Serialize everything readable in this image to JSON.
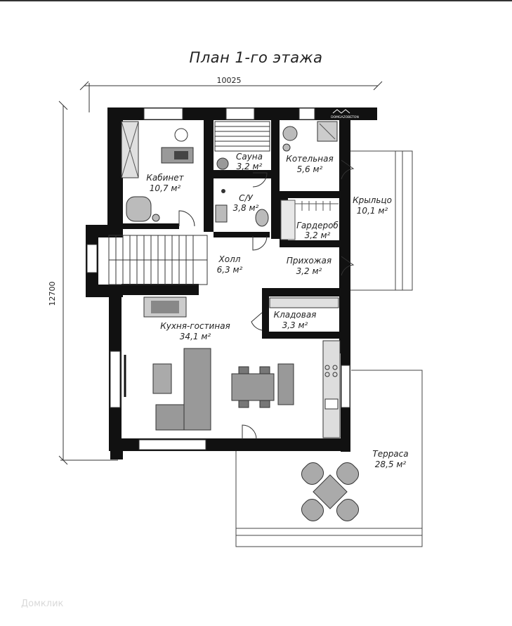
{
  "title": "План 1-го этажа",
  "dimensions": {
    "width": "10025",
    "height": "12700"
  },
  "logo_text": "DOMGAZOBETON",
  "watermark": "Домклик",
  "rooms": [
    {
      "id": "kabinet",
      "name": "Кабинет",
      "area": "10,7 м²"
    },
    {
      "id": "sauna",
      "name": "Сауна",
      "area": "3,2 м²"
    },
    {
      "id": "kotelnaya",
      "name": "Котельная",
      "area": "5,6 м²"
    },
    {
      "id": "su",
      "name": "С/У",
      "area": "3,8 м²"
    },
    {
      "id": "garderob",
      "name": "Гардероб",
      "area": "3,2 м²"
    },
    {
      "id": "krylco",
      "name": "Крыльцо",
      "area": "10,1 м²"
    },
    {
      "id": "holl",
      "name": "Холл",
      "area": "6,3 м²"
    },
    {
      "id": "prihozhaya",
      "name": "Прихожая",
      "area": "3,2 м²"
    },
    {
      "id": "kladovaya",
      "name": "Кладовая",
      "area": "3,3 м²"
    },
    {
      "id": "kuhnya",
      "name": "Кухня-гостиная",
      "area": "34,1 м²"
    },
    {
      "id": "terrasa",
      "name": "Терраса",
      "area": "28,5 м²"
    }
  ]
}
